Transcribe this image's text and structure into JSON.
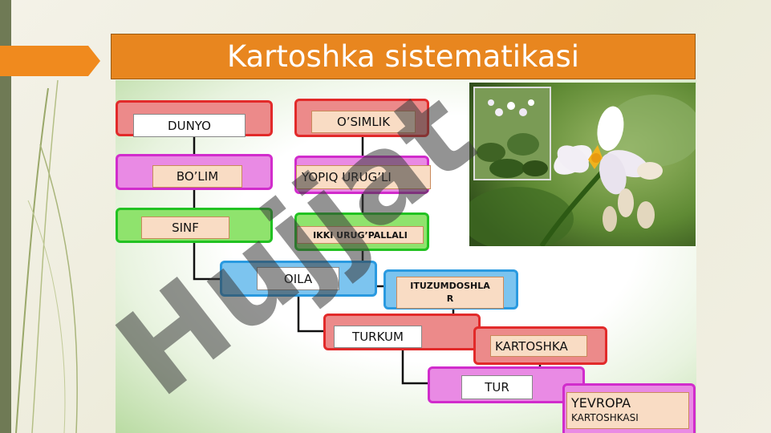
{
  "slide": {
    "title": "Kartoshka sistematikasi"
  },
  "taxonomy": {
    "dunyo": "DUNYO",
    "osimlik": "O’SIMLIK",
    "bolim": "BO’LIM",
    "yopiq": "YOPIQ URUG’LI",
    "sinf": "SINF",
    "ikki": "IKKI URUG’PALLALI",
    "oila": "OILA",
    "ituzum_1": "ITUZUMDOSHLA",
    "ituzum_2": "R",
    "turkum": "TURKUM",
    "kartoshka": "KARTOSHKA",
    "tur": "TUR",
    "yevropa_1": "YEVROPA",
    "yevropa_2": "KARTOSHKASI"
  },
  "watermark": {
    "text": "Hujjat"
  },
  "colors": {
    "accent_orange": "#e8861f",
    "red_box": "#ec8a8a",
    "magenta_box": "#e98ae4",
    "green_box": "#8fe36d",
    "blue_box": "#7cc4ef"
  }
}
